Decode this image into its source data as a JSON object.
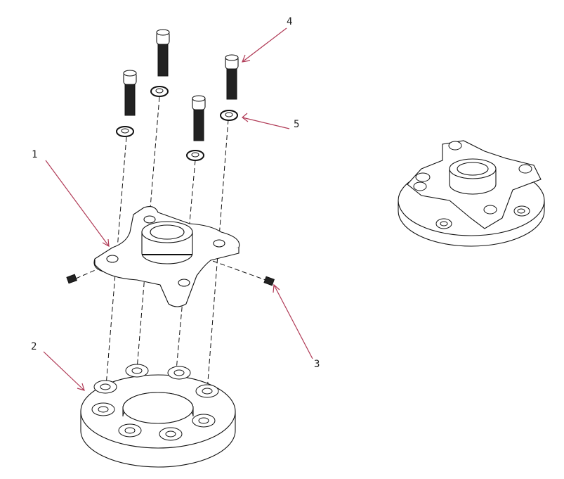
{
  "diagram": {
    "type": "exploded-assembly-view",
    "callouts": [
      {
        "id": "1",
        "label": "1"
      },
      {
        "id": "2",
        "label": "2"
      },
      {
        "id": "3",
        "label": "3"
      },
      {
        "id": "4",
        "label": "4"
      },
      {
        "id": "5",
        "label": "5"
      }
    ],
    "colors": {
      "leader": "#b03a56",
      "line": "#111111"
    }
  }
}
